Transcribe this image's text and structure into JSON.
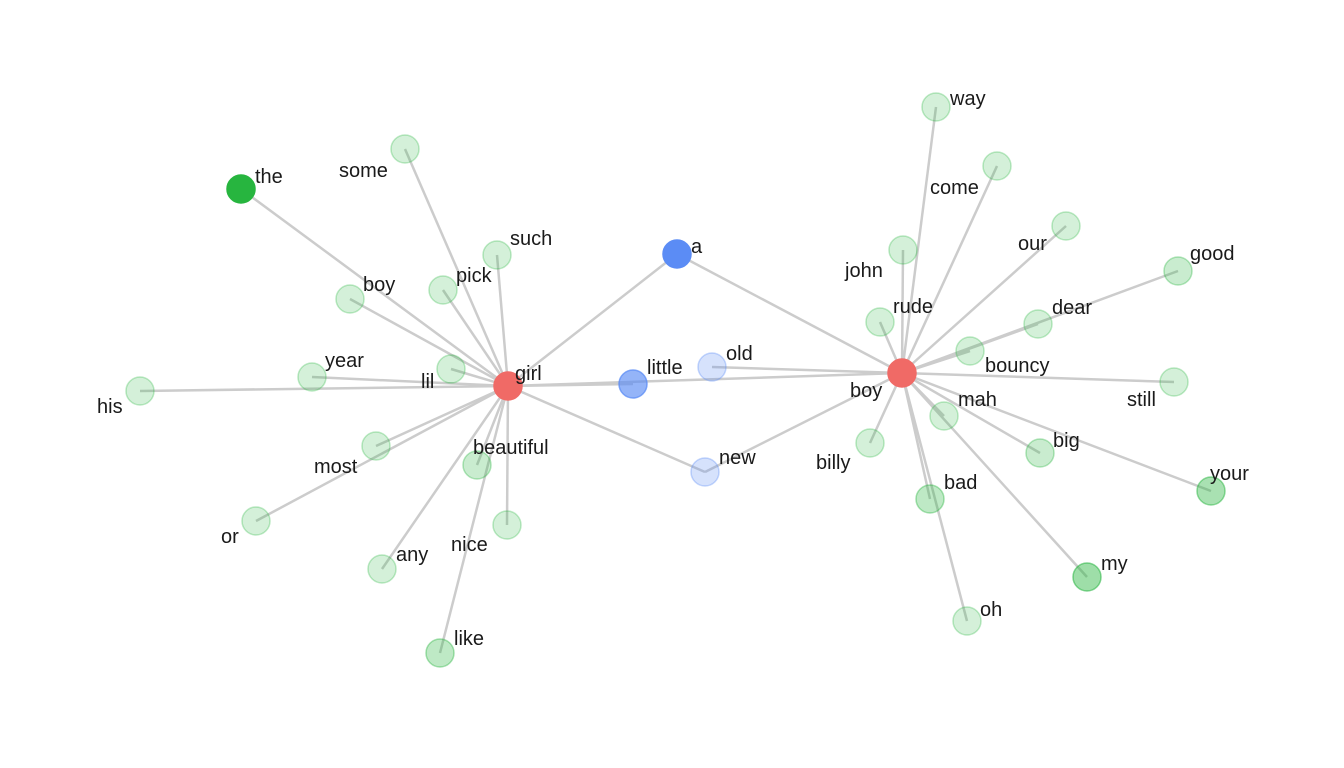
{
  "graph": {
    "hubs": [
      {
        "id": "girl",
        "label": "girl",
        "color": "#f06a66"
      },
      {
        "id": "boy",
        "label": "boy",
        "color": "#f06a66"
      }
    ],
    "nodes": [
      {
        "id": "girl",
        "label": "girl",
        "color": "#f06a66",
        "opacity": 1.0
      },
      {
        "id": "boy",
        "label": "boy",
        "color": "#f06a66",
        "opacity": 1.0
      },
      {
        "id": "a",
        "label": "a",
        "color": "#5b8cf5",
        "opacity": 1.0
      },
      {
        "id": "little",
        "label": "little",
        "color": "#5b8cf5",
        "opacity": 0.65
      },
      {
        "id": "old",
        "label": "old",
        "color": "#5b8cf5",
        "opacity": 0.25
      },
      {
        "id": "new",
        "label": "new",
        "color": "#5b8cf5",
        "opacity": 0.25
      },
      {
        "id": "the",
        "label": "the",
        "color": "#27b53f",
        "opacity": 1.0
      },
      {
        "id": "some",
        "label": "some",
        "color": "#27b53f",
        "opacity": 0.2
      },
      {
        "id": "such",
        "label": "such",
        "color": "#27b53f",
        "opacity": 0.2
      },
      {
        "id": "pick",
        "label": "pick",
        "color": "#27b53f",
        "opacity": 0.2
      },
      {
        "id": "boy_g",
        "label": "boy",
        "color": "#27b53f",
        "opacity": 0.2
      },
      {
        "id": "year",
        "label": "year",
        "color": "#27b53f",
        "opacity": 0.2
      },
      {
        "id": "lil",
        "label": "lil",
        "color": "#27b53f",
        "opacity": 0.2
      },
      {
        "id": "his",
        "label": "his",
        "color": "#27b53f",
        "opacity": 0.2
      },
      {
        "id": "most",
        "label": "most",
        "color": "#27b53f",
        "opacity": 0.2
      },
      {
        "id": "beautiful",
        "label": "beautiful",
        "color": "#27b53f",
        "opacity": 0.25
      },
      {
        "id": "or",
        "label": "or",
        "color": "#27b53f",
        "opacity": 0.2
      },
      {
        "id": "nice",
        "label": "nice",
        "color": "#27b53f",
        "opacity": 0.2
      },
      {
        "id": "any",
        "label": "any",
        "color": "#27b53f",
        "opacity": 0.2
      },
      {
        "id": "like",
        "label": "like",
        "color": "#27b53f",
        "opacity": 0.3
      },
      {
        "id": "way",
        "label": "way",
        "color": "#27b53f",
        "opacity": 0.2
      },
      {
        "id": "come",
        "label": "come",
        "color": "#27b53f",
        "opacity": 0.2
      },
      {
        "id": "our",
        "label": "our",
        "color": "#27b53f",
        "opacity": 0.2
      },
      {
        "id": "john",
        "label": "john",
        "color": "#27b53f",
        "opacity": 0.2
      },
      {
        "id": "good",
        "label": "good",
        "color": "#27b53f",
        "opacity": 0.25
      },
      {
        "id": "rude",
        "label": "rude",
        "color": "#27b53f",
        "opacity": 0.2
      },
      {
        "id": "dear",
        "label": "dear",
        "color": "#27b53f",
        "opacity": 0.2
      },
      {
        "id": "bouncy",
        "label": "bouncy",
        "color": "#27b53f",
        "opacity": 0.2
      },
      {
        "id": "still",
        "label": "still",
        "color": "#27b53f",
        "opacity": 0.2
      },
      {
        "id": "mah",
        "label": "mah",
        "color": "#27b53f",
        "opacity": 0.2
      },
      {
        "id": "big",
        "label": "big",
        "color": "#27b53f",
        "opacity": 0.25
      },
      {
        "id": "billy",
        "label": "billy",
        "color": "#27b53f",
        "opacity": 0.2
      },
      {
        "id": "bad",
        "label": "bad",
        "color": "#27b53f",
        "opacity": 0.3
      },
      {
        "id": "your",
        "label": "your",
        "color": "#27b53f",
        "opacity": 0.4
      },
      {
        "id": "my",
        "label": "my",
        "color": "#27b53f",
        "opacity": 0.45
      },
      {
        "id": "oh",
        "label": "oh",
        "color": "#27b53f",
        "opacity": 0.2
      }
    ],
    "edges": [
      [
        "girl",
        "the"
      ],
      [
        "girl",
        "some"
      ],
      [
        "girl",
        "such"
      ],
      [
        "girl",
        "pick"
      ],
      [
        "girl",
        "boy_g"
      ],
      [
        "girl",
        "year"
      ],
      [
        "girl",
        "lil"
      ],
      [
        "girl",
        "his"
      ],
      [
        "girl",
        "most"
      ],
      [
        "girl",
        "beautiful"
      ],
      [
        "girl",
        "or"
      ],
      [
        "girl",
        "nice"
      ],
      [
        "girl",
        "any"
      ],
      [
        "girl",
        "like"
      ],
      [
        "girl",
        "a"
      ],
      [
        "girl",
        "little"
      ],
      [
        "girl",
        "new"
      ],
      [
        "girl",
        "boy"
      ],
      [
        "boy",
        "a"
      ],
      [
        "boy",
        "old"
      ],
      [
        "boy",
        "new"
      ],
      [
        "boy",
        "way"
      ],
      [
        "boy",
        "come"
      ],
      [
        "boy",
        "our"
      ],
      [
        "boy",
        "john"
      ],
      [
        "boy",
        "good"
      ],
      [
        "boy",
        "rude"
      ],
      [
        "boy",
        "dear"
      ],
      [
        "boy",
        "bouncy"
      ],
      [
        "boy",
        "still"
      ],
      [
        "boy",
        "mah"
      ],
      [
        "boy",
        "big"
      ],
      [
        "boy",
        "billy"
      ],
      [
        "boy",
        "bad"
      ],
      [
        "boy",
        "your"
      ],
      [
        "boy",
        "my"
      ],
      [
        "boy",
        "oh"
      ]
    ]
  }
}
